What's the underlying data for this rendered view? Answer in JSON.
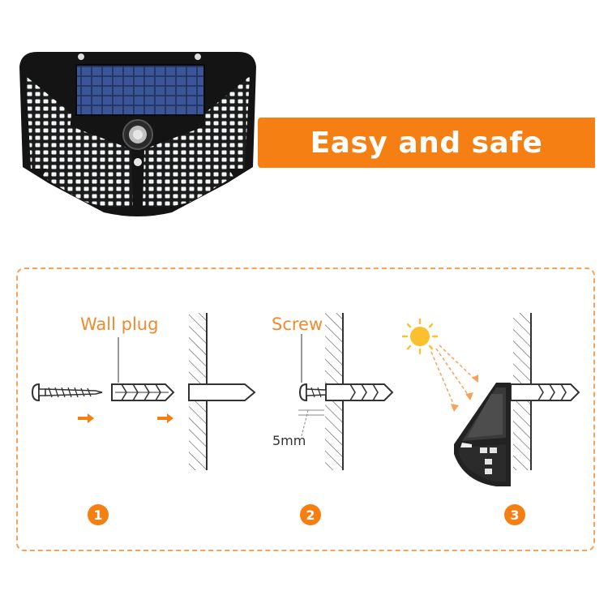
{
  "banner": {
    "text": "Easy and safe",
    "color": "#f57f12"
  },
  "steps": {
    "wall_plug_label": "Wall plug",
    "screw_label": "Screw",
    "dimension_label": "5mm",
    "badges": [
      "1",
      "2",
      "3"
    ],
    "frame_color": "#f5a35b"
  }
}
